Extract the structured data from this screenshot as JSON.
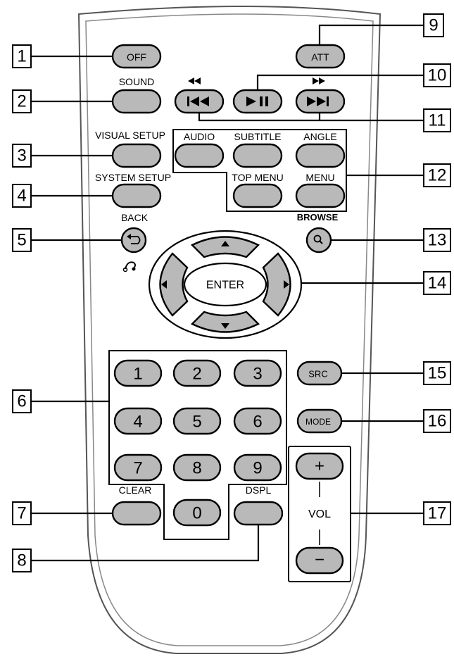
{
  "buttons": {
    "off": "OFF",
    "att": "ATT",
    "sound": "SOUND",
    "visual_setup": "VISUAL SETUP",
    "system_setup": "SYSTEM SETUP",
    "back": "BACK",
    "browse": "BROWSE",
    "audio": "AUDIO",
    "subtitle": "SUBTITLE",
    "angle": "ANGLE",
    "top_menu": "TOP MENU",
    "menu": "MENU",
    "enter": "ENTER",
    "src": "SRC",
    "mode": "MODE",
    "clear": "CLEAR",
    "dspl": "DSPL",
    "vol": "VOL",
    "vol_plus": "+",
    "vol_minus": "−",
    "digits": [
      "1",
      "2",
      "3",
      "4",
      "5",
      "6",
      "7",
      "8",
      "9",
      "0"
    ]
  },
  "callouts": [
    "1",
    "2",
    "3",
    "4",
    "5",
    "6",
    "7",
    "8",
    "9",
    "10",
    "11",
    "12",
    "13",
    "14",
    "15",
    "16",
    "17"
  ]
}
